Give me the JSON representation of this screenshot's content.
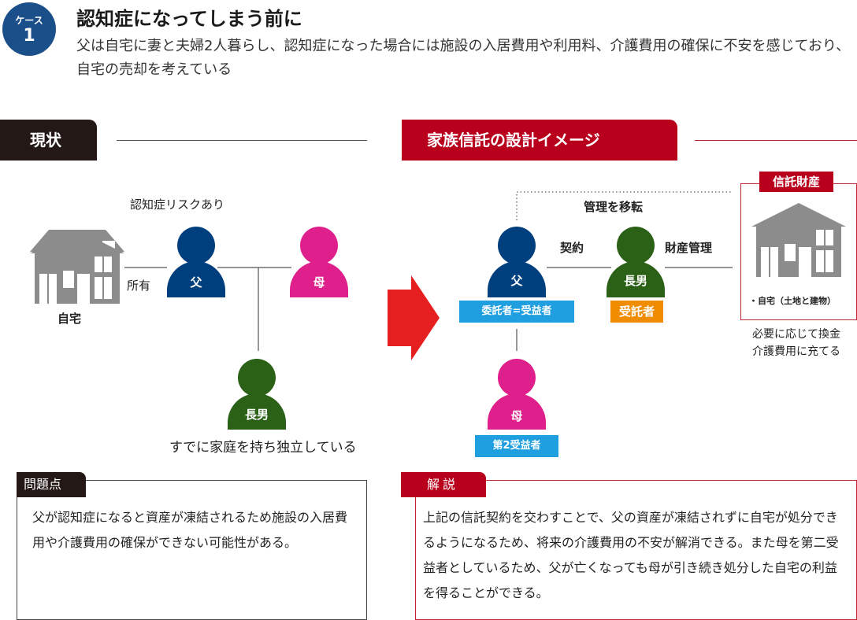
{
  "header": {
    "case_label": "ケース",
    "case_number": "1",
    "title": "認知症になってしまう前に",
    "description": "父は自宅に妻と夫婦2人暮らし、認知症になった場合には施設の入居費用や利用料、介護費用の確保に不安を感じており、自宅の売却を考えている"
  },
  "current": {
    "heading": "現状",
    "risk_label": "認知症リスクあり",
    "ownership_label": "所有",
    "home_label": "自宅",
    "father": "父",
    "mother": "母",
    "son": "長男",
    "son_note": "すでに家庭を持ち独立している"
  },
  "design": {
    "heading": "家族信託の設計イメージ",
    "transfer_label": "管理を移転",
    "contract_label": "契約",
    "asset_mgmt_label": "財産管理",
    "father": "父",
    "father_role": "委託者=受益者",
    "son": "長男",
    "son_role": "受託者",
    "mother": "母",
    "mother_role": "第2受益者",
    "trust_asset_title": "信託財産",
    "trust_asset_item": "・自宅（土地と建物）",
    "trust_asset_note_1": "必要に応じて換金",
    "trust_asset_note_2": "介護費用に充てる"
  },
  "problem": {
    "tag": "問題点",
    "text": "父が認知症になると資産が凍結されるため施設の入居費用や介護費用の確保ができない可能性がある。"
  },
  "explanation": {
    "tag": "解説",
    "text": "上記の信託契約を交わすことで、父の資産が凍結されずに自宅が処分できるようになるため、将来の介護費用の不安が解消できる。また母を第二受益者としているため、父が亡くなっても母が引き続き処分した自宅の利益を得ることができる。"
  },
  "colors": {
    "father": "#003f7d",
    "mother": "#de1f8c",
    "son": "#2a6116",
    "accent_red": "#b8001c",
    "arrow_red": "#e51f1f",
    "role_blue": "#1f9fe0",
    "role_orange": "#f08c00",
    "house_gray": "#8c8c8c"
  }
}
